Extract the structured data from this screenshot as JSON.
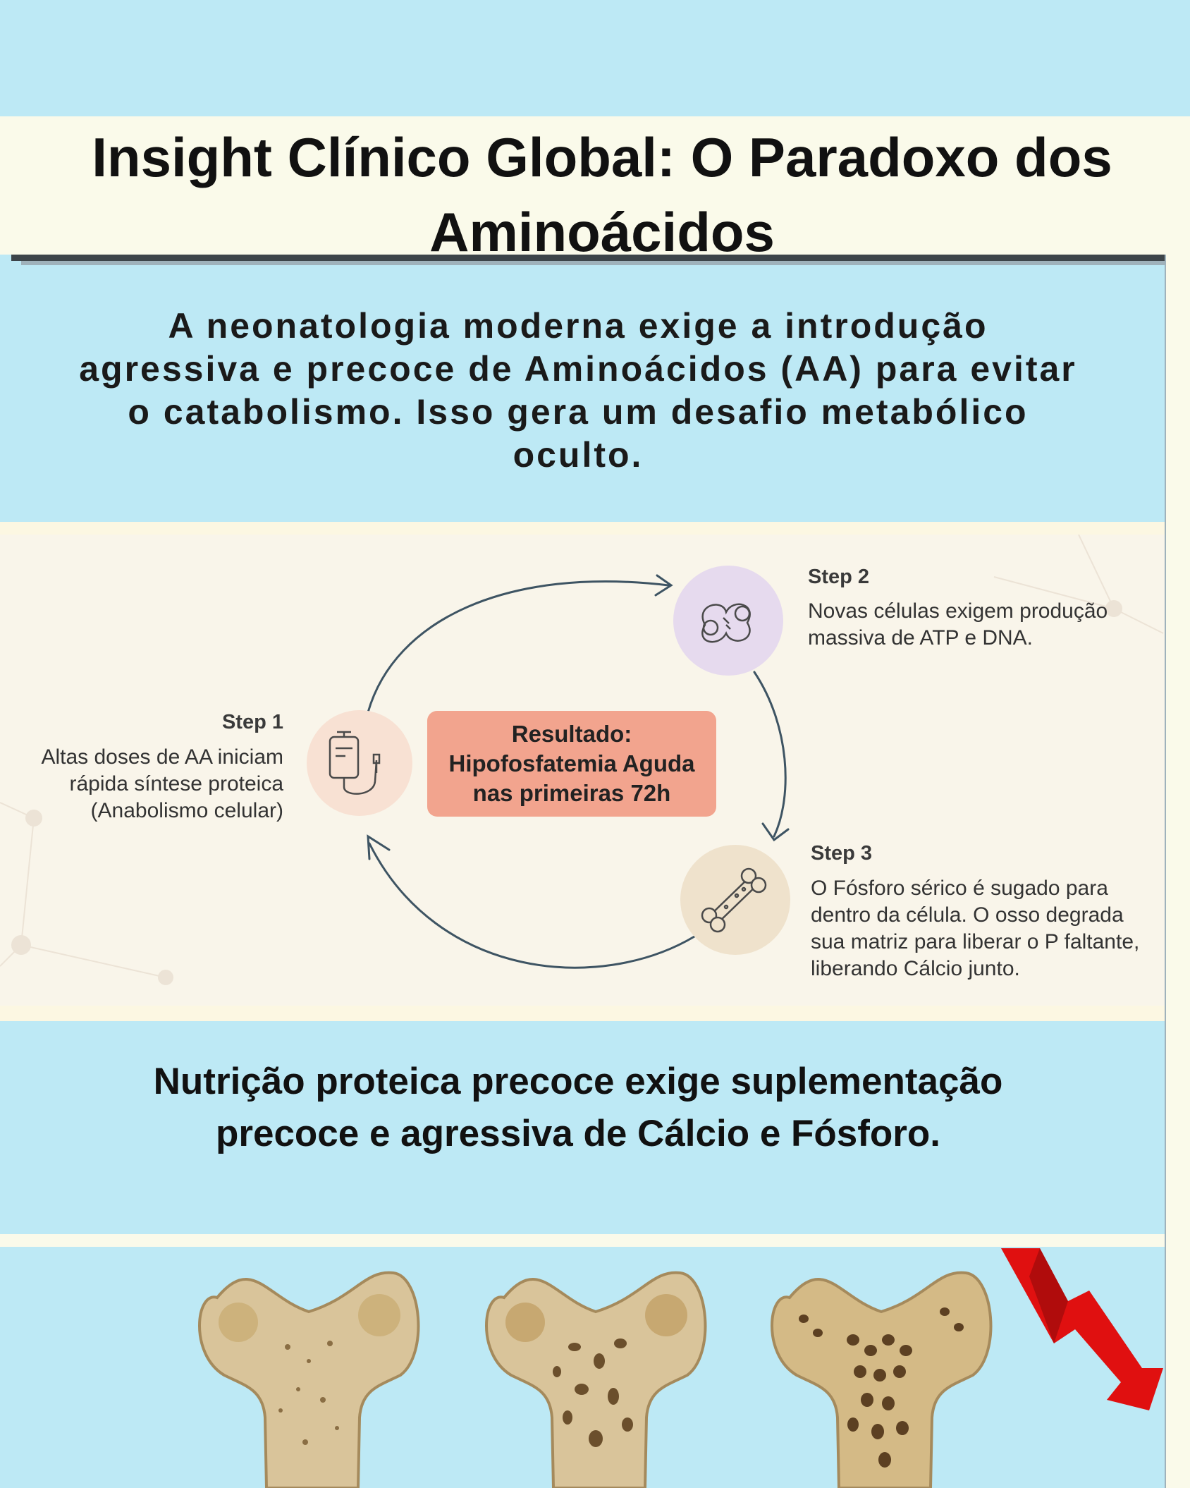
{
  "header": {
    "title": "Insight Clínico Global: O Paradoxo dos Aminoácidos"
  },
  "intro": {
    "text": "A neonatologia moderna exige a introdução agressiva e precoce de Aminoácidos (AA) para evitar o catabolismo. Isso gera um desafio metabólico oculto."
  },
  "cycle": {
    "steps": [
      {
        "title": "Step 1",
        "text": "Altas doses de AA iniciam rápida síntese proteica (Anabolismo celular)",
        "icon": "iv-bag-icon"
      },
      {
        "title": "Step 2",
        "text": "Novas células exigem produção massiva de ATP e DNA.",
        "icon": "cell-division-icon"
      },
      {
        "title": "Step 3",
        "text": "O Fósforo sérico é sugado para dentro da célula. O osso degrada sua matriz para liberar o P faltante, liberando Cálcio junto.",
        "icon": "porous-bone-icon"
      }
    ],
    "result": {
      "text": "Resultado: Hipofosfatemia Aguda nas primeiras 72h"
    }
  },
  "conclusion": {
    "text": "Nutrição proteica precoce exige suplementação precoce e agressiva de Cálcio e Fósforo."
  },
  "illustration": {
    "items": [
      "femur-bone-healthy-icon",
      "femur-bone-osteopenia-icon",
      "femur-bone-severe-icon",
      "red-down-arrow-icon"
    ]
  },
  "colors": {
    "background": "#bde9f5",
    "band": "#fafaea",
    "result_box": "#f2a48e",
    "step1_circle": "#f8e1d3",
    "step2_circle": "#e6daee",
    "step3_circle": "#efe2cc",
    "arrow": "#e01010"
  }
}
